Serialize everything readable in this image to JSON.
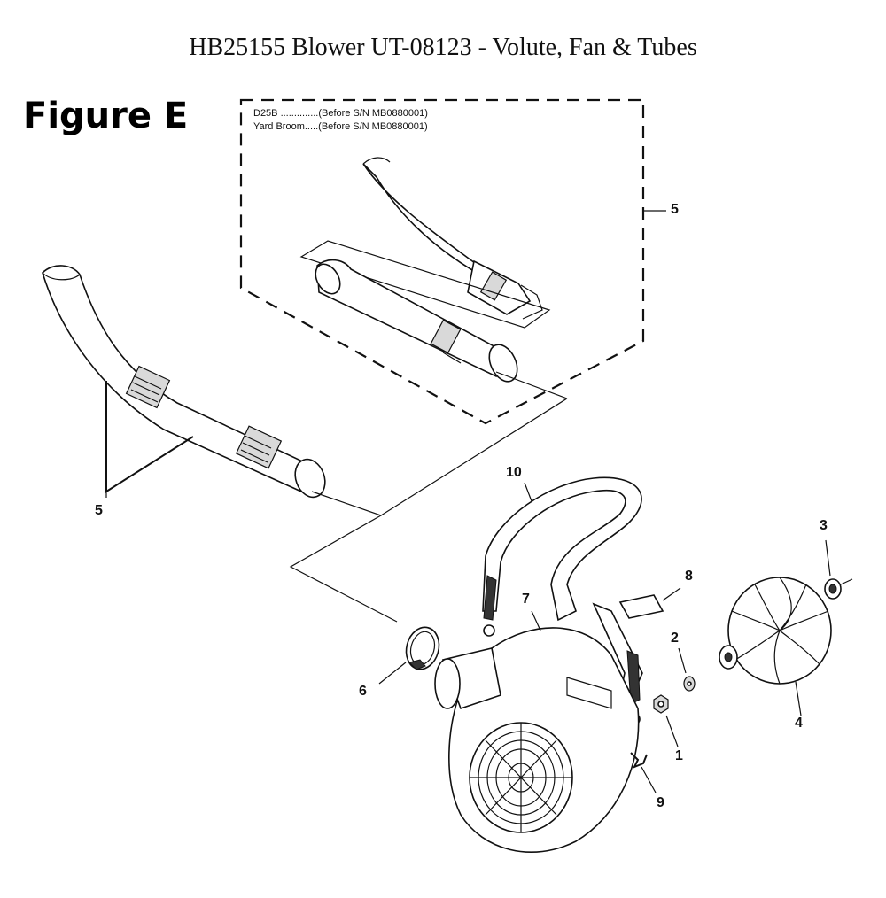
{
  "title": "HB25155 Blower UT-08123 - Volute, Fan & Tubes",
  "figure_label": "Figure E",
  "inset_notes": [
    "D25B ..............(Before S/N MB0880001)",
    "Yard Broom.....(Before S/N MB0880001)"
  ],
  "callouts": {
    "c1": "1",
    "c2": "2",
    "c3": "3",
    "c4": "4",
    "c5_inset": "5",
    "c5_main": "5",
    "c6": "6",
    "c7": "7",
    "c8": "8",
    "c9": "9",
    "c10": "10"
  }
}
